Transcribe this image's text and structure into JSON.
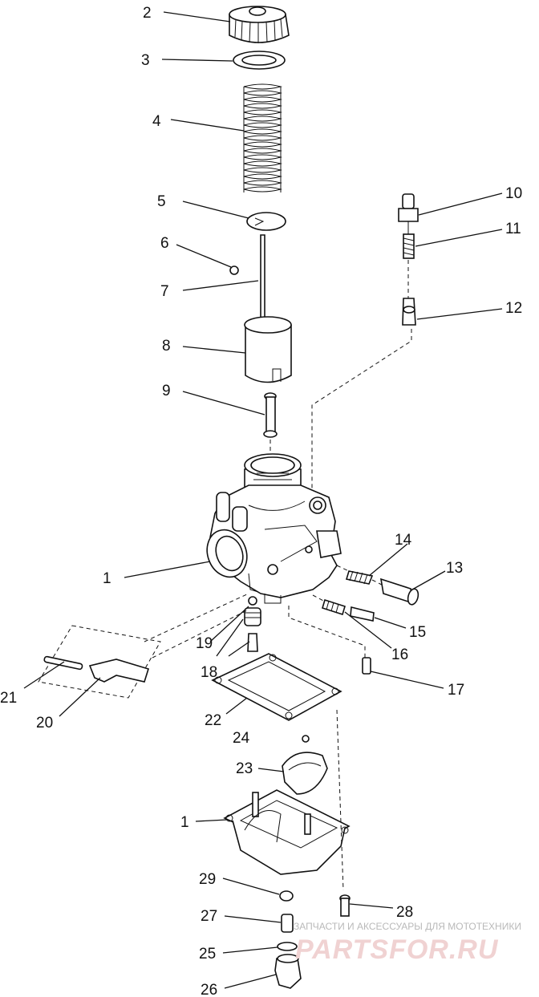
{
  "callouts": {
    "n1a": "1",
    "n1b": "1",
    "n2": "2",
    "n3": "3",
    "n4": "4",
    "n5": "5",
    "n6": "6",
    "n7": "7",
    "n8": "8",
    "n9": "9",
    "n10": "10",
    "n11": "11",
    "n12": "12",
    "n13": "13",
    "n14": "14",
    "n15": "15",
    "n16": "16",
    "n17": "17",
    "n18": "18",
    "n19": "19",
    "n20": "20",
    "n21": "21",
    "n22": "22",
    "n23": "23",
    "n24": "24",
    "n25": "25",
    "n26": "26",
    "n27": "27",
    "n28": "28",
    "n29": "29"
  },
  "watermark": {
    "caption": "ЗАПЧАСТИ И АКСЕССУАРЫ ДЛЯ МОТОТЕХНИКИ",
    "logo": "PARTSFOR.RU"
  }
}
